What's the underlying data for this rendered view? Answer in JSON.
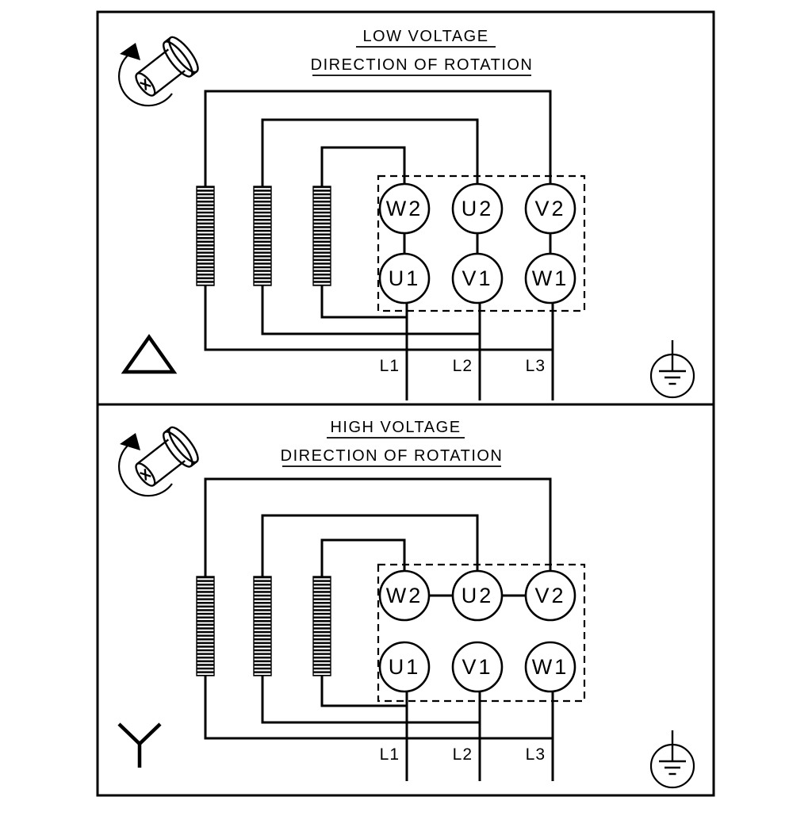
{
  "colors": {
    "background": "#ffffff",
    "line": "#000000"
  },
  "panels": [
    {
      "id": "low-voltage",
      "title": "LOW VOLTAGE",
      "subtitle": "DIRECTION OF ROTATION",
      "connection": "delta",
      "terminals_top": [
        "W2",
        "U2",
        "V2"
      ],
      "terminals_bottom": [
        "U1",
        "V1",
        "W1"
      ],
      "supply_lines": [
        "L1",
        "L2",
        "L3"
      ],
      "icons": [
        "rotation-direction-icon",
        "winding-coil",
        "delta-icon",
        "earth-icon"
      ]
    },
    {
      "id": "high-voltage",
      "title": "HIGH VOLTAGE",
      "subtitle": "DIRECTION OF ROTATION",
      "connection": "star",
      "terminals_top": [
        "W2",
        "U2",
        "V2"
      ],
      "terminals_bottom": [
        "U1",
        "V1",
        "W1"
      ],
      "supply_lines": [
        "L1",
        "L2",
        "L3"
      ],
      "icons": [
        "rotation-direction-icon",
        "winding-coil",
        "star-icon",
        "earth-icon"
      ]
    }
  ]
}
